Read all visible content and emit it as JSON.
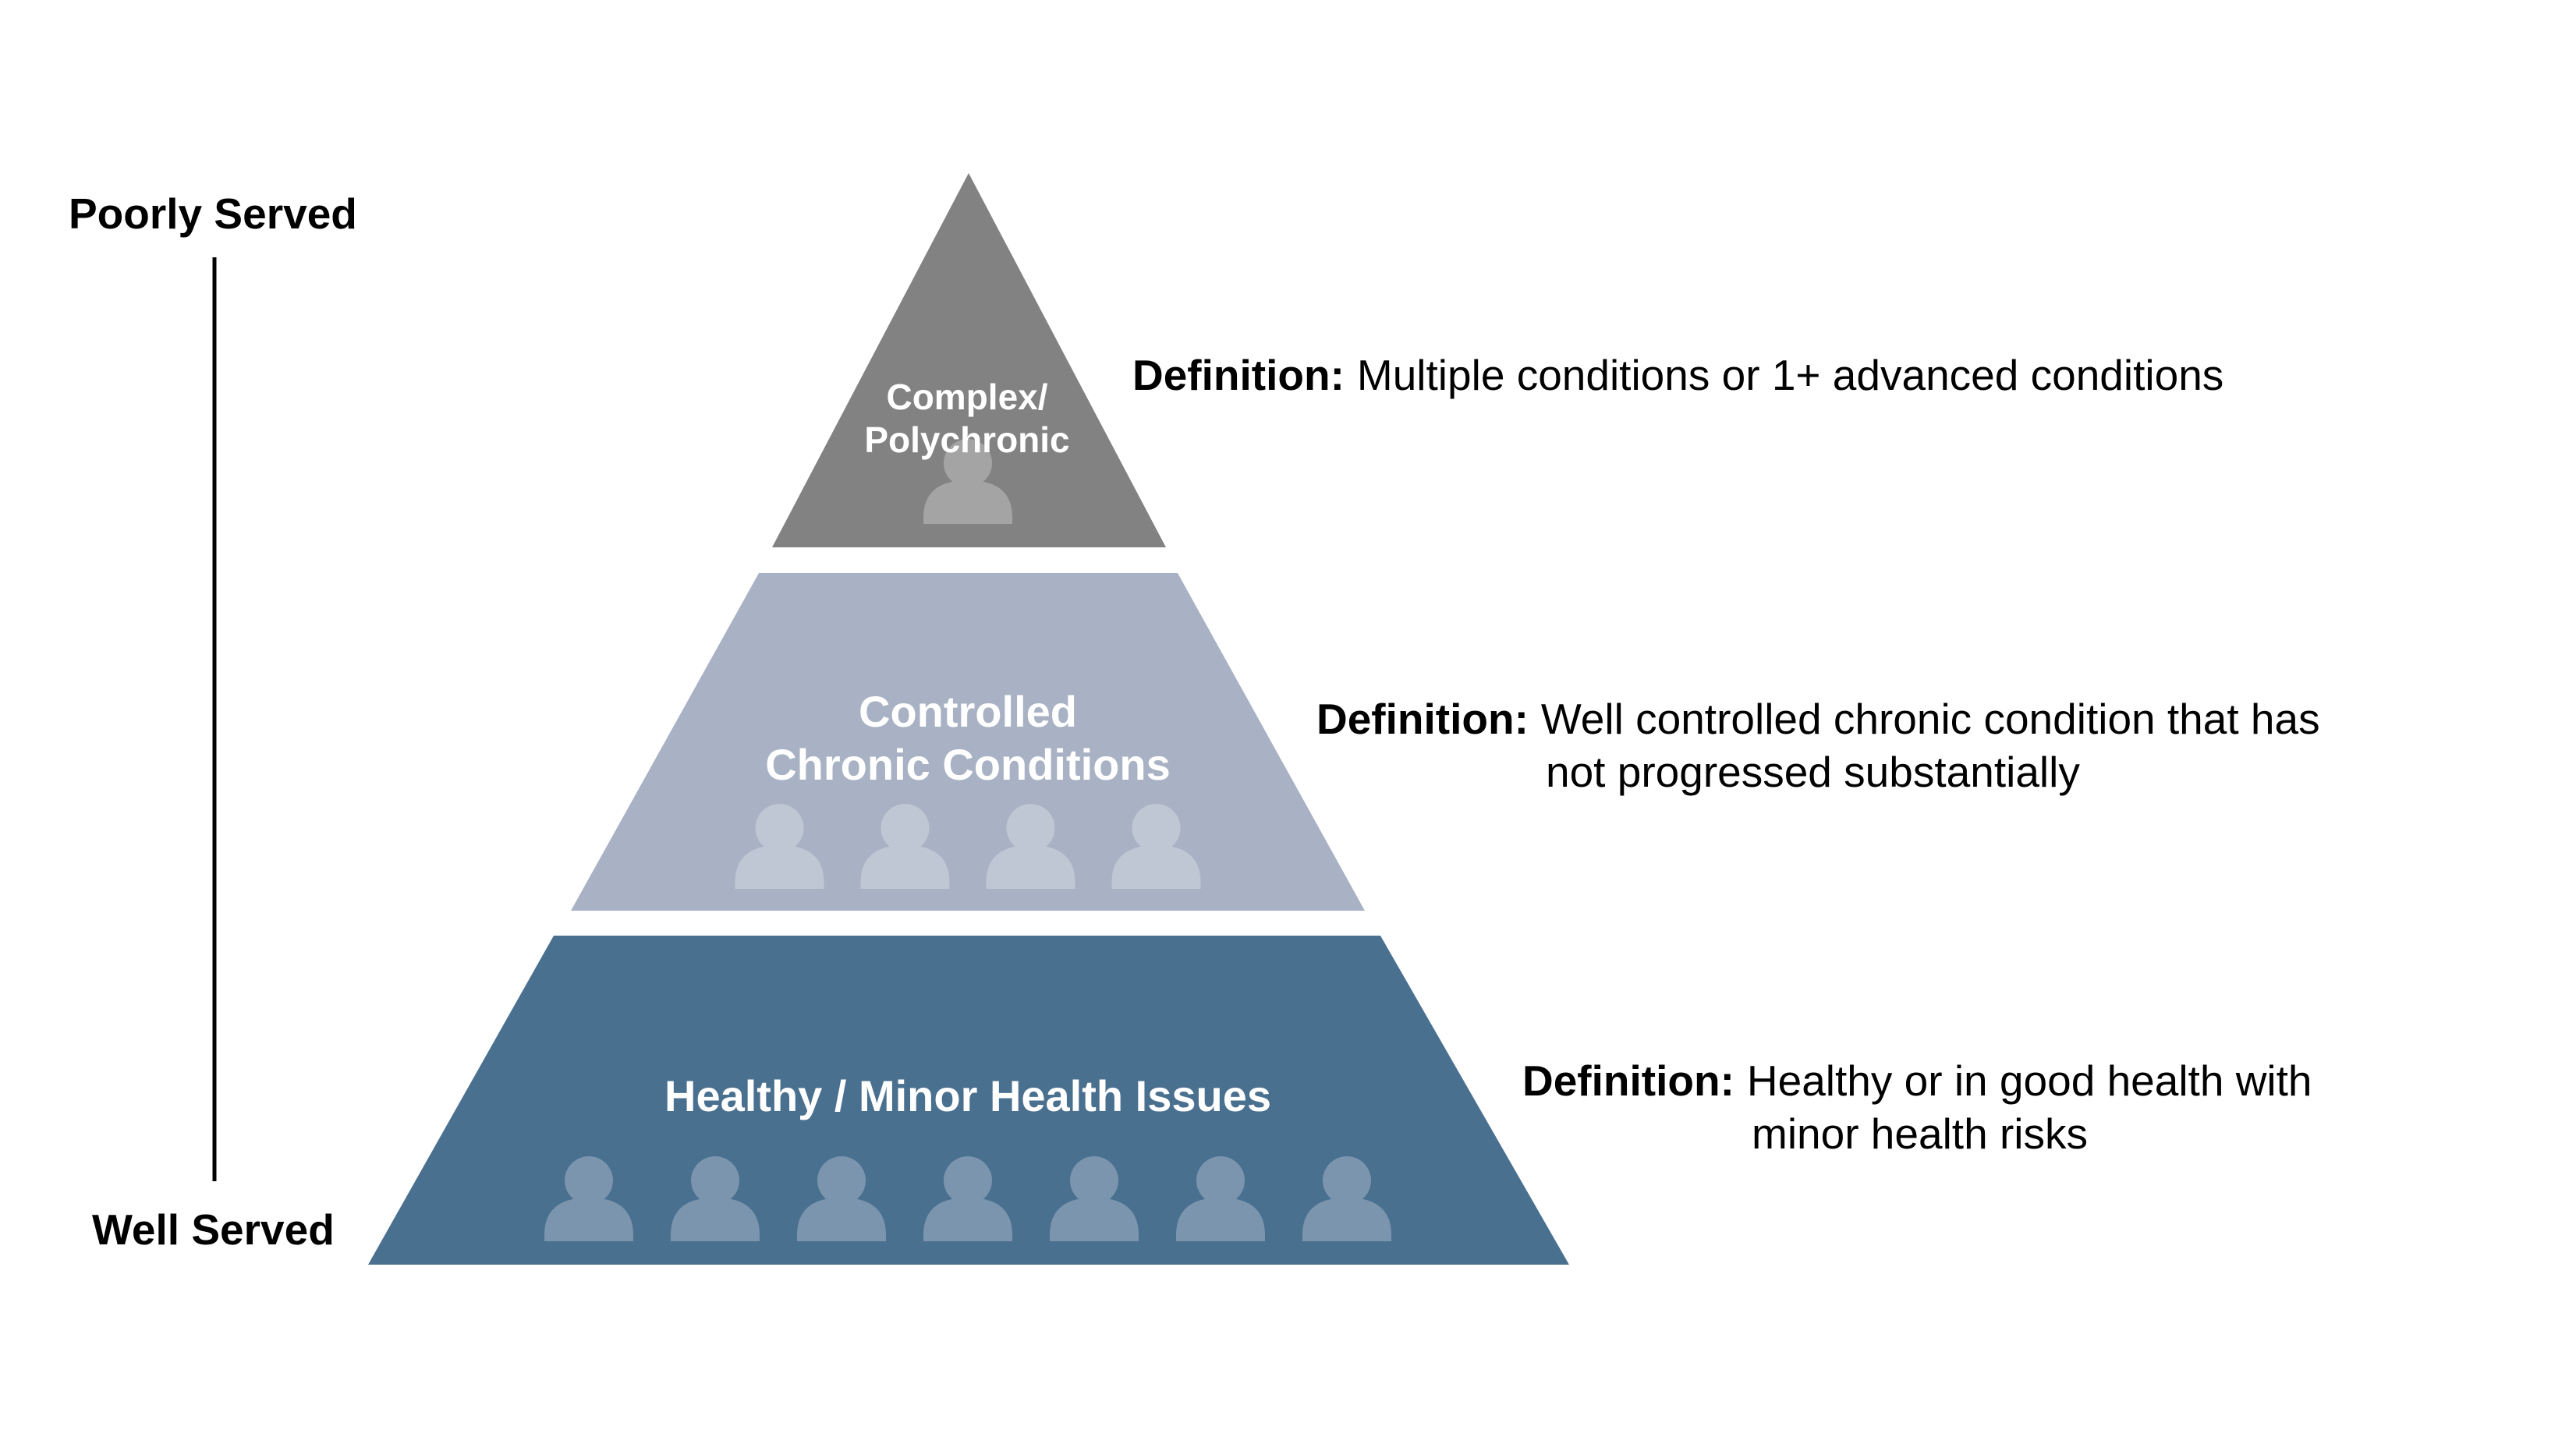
{
  "axis": {
    "top_label": "Poorly Served",
    "bottom_label": "Well Served"
  },
  "tiers": [
    {
      "id": "complex-polychronic",
      "label_lines": [
        "Complex/",
        "Polychronic"
      ],
      "color": "#828282",
      "icon_color": "#a4a4a4",
      "people_count": 1,
      "definition_key": "Definition:",
      "definition_lines": [
        "Multiple conditions or 1+ advanced conditions"
      ]
    },
    {
      "id": "controlled-chronic",
      "label_lines": [
        "Controlled",
        "Chronic Conditions"
      ],
      "color": "#a8b2c4",
      "icon_color": "#c0c7d4",
      "people_count": 4,
      "definition_key": "Definition:",
      "definition_lines": [
        "Well controlled chronic condition that has",
        "not progressed substantially"
      ]
    },
    {
      "id": "healthy-minor",
      "label_lines": [
        "Healthy / Minor Health Issues"
      ],
      "color": "#4a7090",
      "icon_color": "#7b95ae",
      "people_count": 7,
      "definition_key": "Definition:",
      "definition_lines": [
        "Healthy or in good health with",
        "minor health risks"
      ]
    }
  ]
}
